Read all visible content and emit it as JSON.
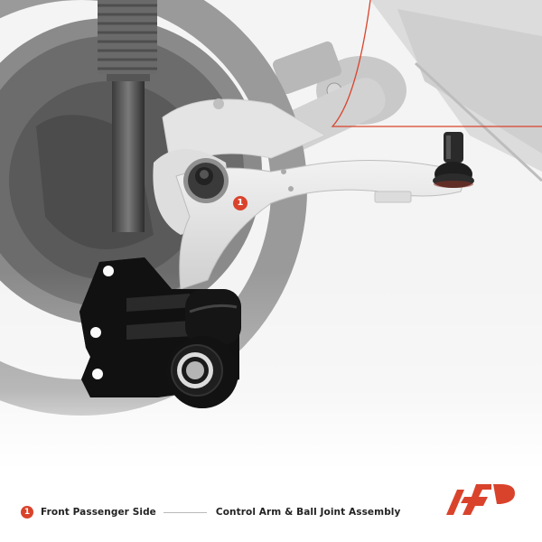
{
  "image": {
    "subject": "Control Arm & Ball Joint Assembly installed on front suspension",
    "callout_marker": "1"
  },
  "footer": {
    "callout_number": "1",
    "position_label": "Front Passenger Side",
    "product_label": "Control Arm & Ball Joint Assembly"
  },
  "brand": {
    "logo_icon": "a-premium-logo-icon",
    "accent_color": "#d9432c"
  },
  "colors": {
    "accent": "#d9432c",
    "text": "#222222",
    "divider": "#bbbbbb",
    "background": "#ffffff"
  }
}
